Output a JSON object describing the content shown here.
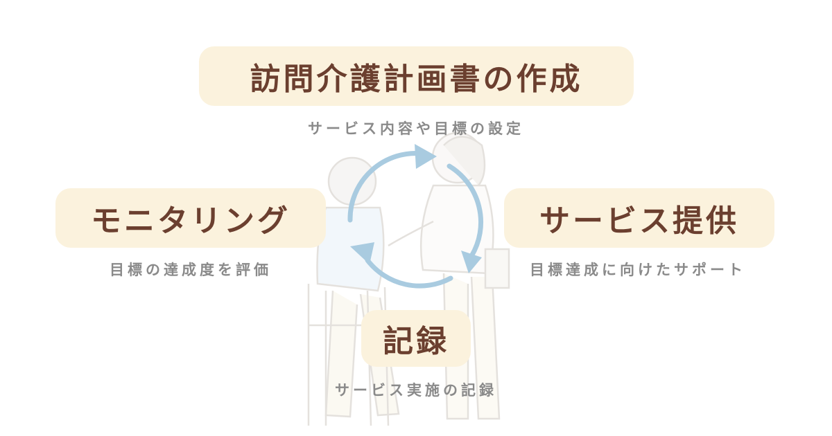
{
  "steps": {
    "plan": {
      "title": "訪問介護計画書の作成",
      "description": "サービス内容や目標の設定"
    },
    "service": {
      "title": "サービス提供",
      "description": "目標達成に向けたサポート"
    },
    "record": {
      "title": "記録",
      "description": "サービス実施の記録"
    },
    "monitoring": {
      "title": "モニタリング",
      "description": "目標の達成度を評価"
    }
  },
  "colors": {
    "label_background": "#fbf2dd",
    "label_text": "#6b3f2f",
    "description_text": "#8a8a8a",
    "cycle_arrow": "#a9cbe0"
  },
  "illustration": "caregiver-assisting-elderly-with-walker"
}
